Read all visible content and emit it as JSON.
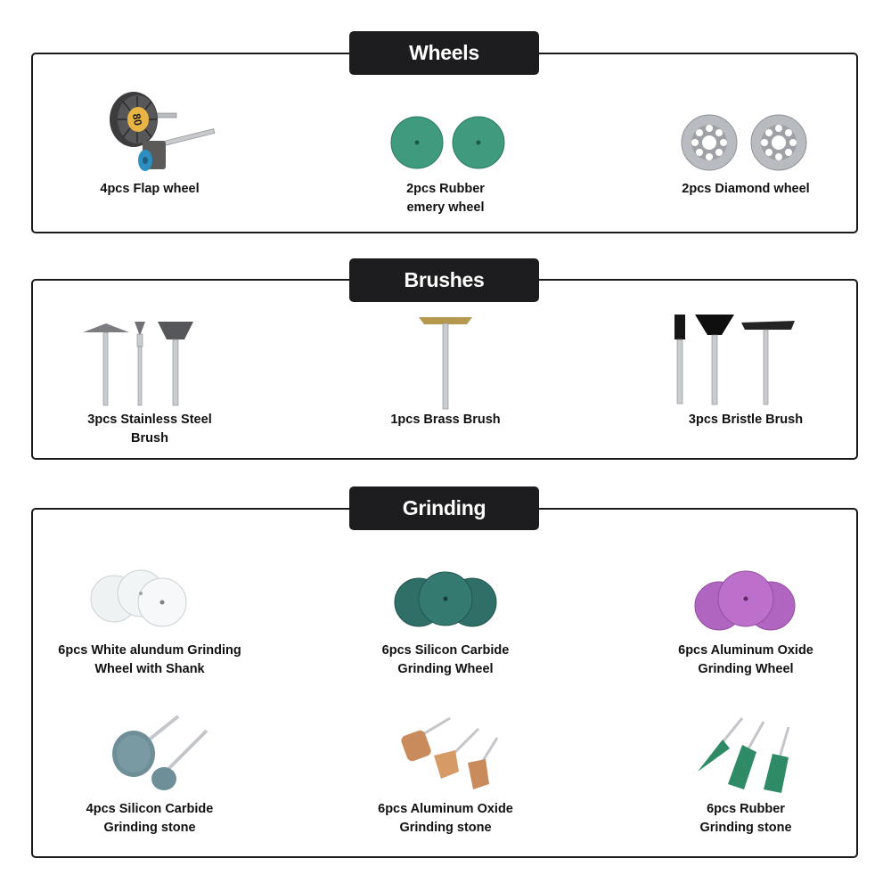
{
  "sections": {
    "wheels": {
      "title": "Wheels",
      "items": [
        {
          "caption": "4pcs Flap wheel",
          "icon": "flap-wheel-icon",
          "printed_number": "80"
        },
        {
          "caption": "2pcs Rubber emery wheel",
          "icon": "rubber-emery-wheel-icon"
        },
        {
          "caption": "2pcs Diamond wheel",
          "icon": "diamond-wheel-icon"
        }
      ]
    },
    "brushes": {
      "title": "Brushes",
      "items": [
        {
          "caption": "3pcs Stainless Steel Brush",
          "icon": "stainless-steel-brush-icon"
        },
        {
          "caption": "1pcs Brass Brush",
          "icon": "brass-brush-icon"
        },
        {
          "caption": "3pcs Bristle Brush",
          "icon": "bristle-brush-icon"
        }
      ]
    },
    "grinding": {
      "title": "Grinding",
      "items": [
        {
          "caption": "6pcs White alundum Grinding Wheel with Shank",
          "icon": "white-alundum-wheel-icon"
        },
        {
          "caption": "6pcs Silicon Carbide Grinding Wheel",
          "icon": "silicon-carbide-wheel-icon"
        },
        {
          "caption": "6pcs Aluminum Oxide Grinding Wheel",
          "icon": "aluminum-oxide-wheel-icon"
        },
        {
          "caption": "4pcs Silicon Carbide Grinding stone",
          "icon": "silicon-carbide-stone-icon"
        },
        {
          "caption": "6pcs Aluminum Oxide Grinding stone",
          "icon": "aluminum-oxide-stone-icon"
        },
        {
          "caption": "6pcs Rubber Grinding stone",
          "icon": "rubber-grinding-stone-icon"
        }
      ]
    }
  },
  "colors": {
    "frame": "#1a1a1a",
    "title_bg": "#1d1d1f",
    "title_text": "#ffffff",
    "emery_green": "#3f9a7e",
    "carbide_green": "#2f6f67",
    "oxide_purple": "#b065c0",
    "white_alundum": "#eef2f3",
    "oxide_stone": "#c98a5c",
    "rubber_green": "#2f8a66"
  }
}
